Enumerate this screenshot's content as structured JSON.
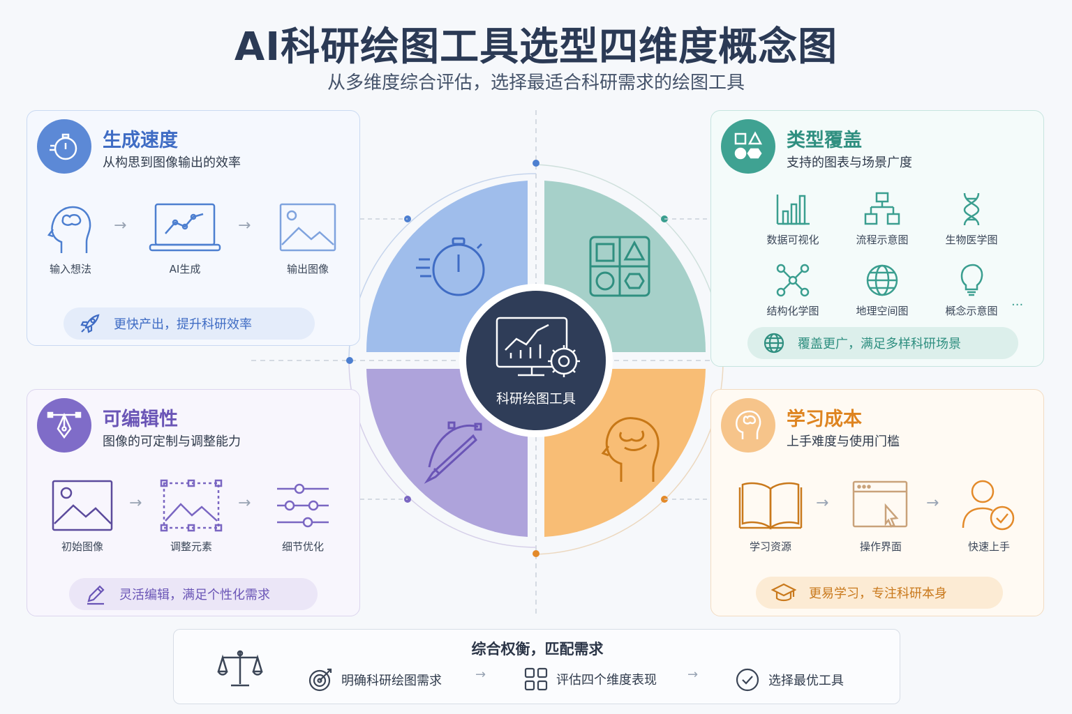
{
  "title": "AI科研绘图工具选型四维度概念图",
  "subtitle": "从多维度综合评估，选择最适合科研需求的绘图工具",
  "center": {
    "label": "科研绘图工具"
  },
  "speed": {
    "title": "生成速度",
    "desc": "从构思到图像输出的效率",
    "steps": [
      "输入想法",
      "AI生成",
      "输出图像"
    ],
    "pill": "更快产出，提升科研效率",
    "color": "#4d7fd0"
  },
  "coverage": {
    "title": "类型覆盖",
    "desc": "支持的图表与场景广度",
    "items": [
      "数据可视化",
      "流程示意图",
      "生物医学图",
      "结构化学图",
      "地理空间图",
      "概念示意图"
    ],
    "more": "···",
    "pill": "覆盖更广，满足多样科研场景",
    "color": "#3a9e8f"
  },
  "edit": {
    "title": "可编辑性",
    "desc": "图像的可定制与调整能力",
    "steps": [
      "初始图像",
      "调整元素",
      "细节优化"
    ],
    "pill": "灵活编辑，满足个性化需求",
    "color": "#7a66c2"
  },
  "learn": {
    "title": "学习成本",
    "desc": "上手难度与使用门槛",
    "steps": [
      "学习资源",
      "操作界面",
      "快速上手"
    ],
    "pill": "更易学习，专注科研本身",
    "color": "#e38a2a"
  },
  "bottom": {
    "title": "综合权衡，匹配需求",
    "steps": [
      "明确科研绘图需求",
      "评估四个维度表现",
      "选择最优工具"
    ],
    "arrow": "→"
  },
  "arrow": "→"
}
